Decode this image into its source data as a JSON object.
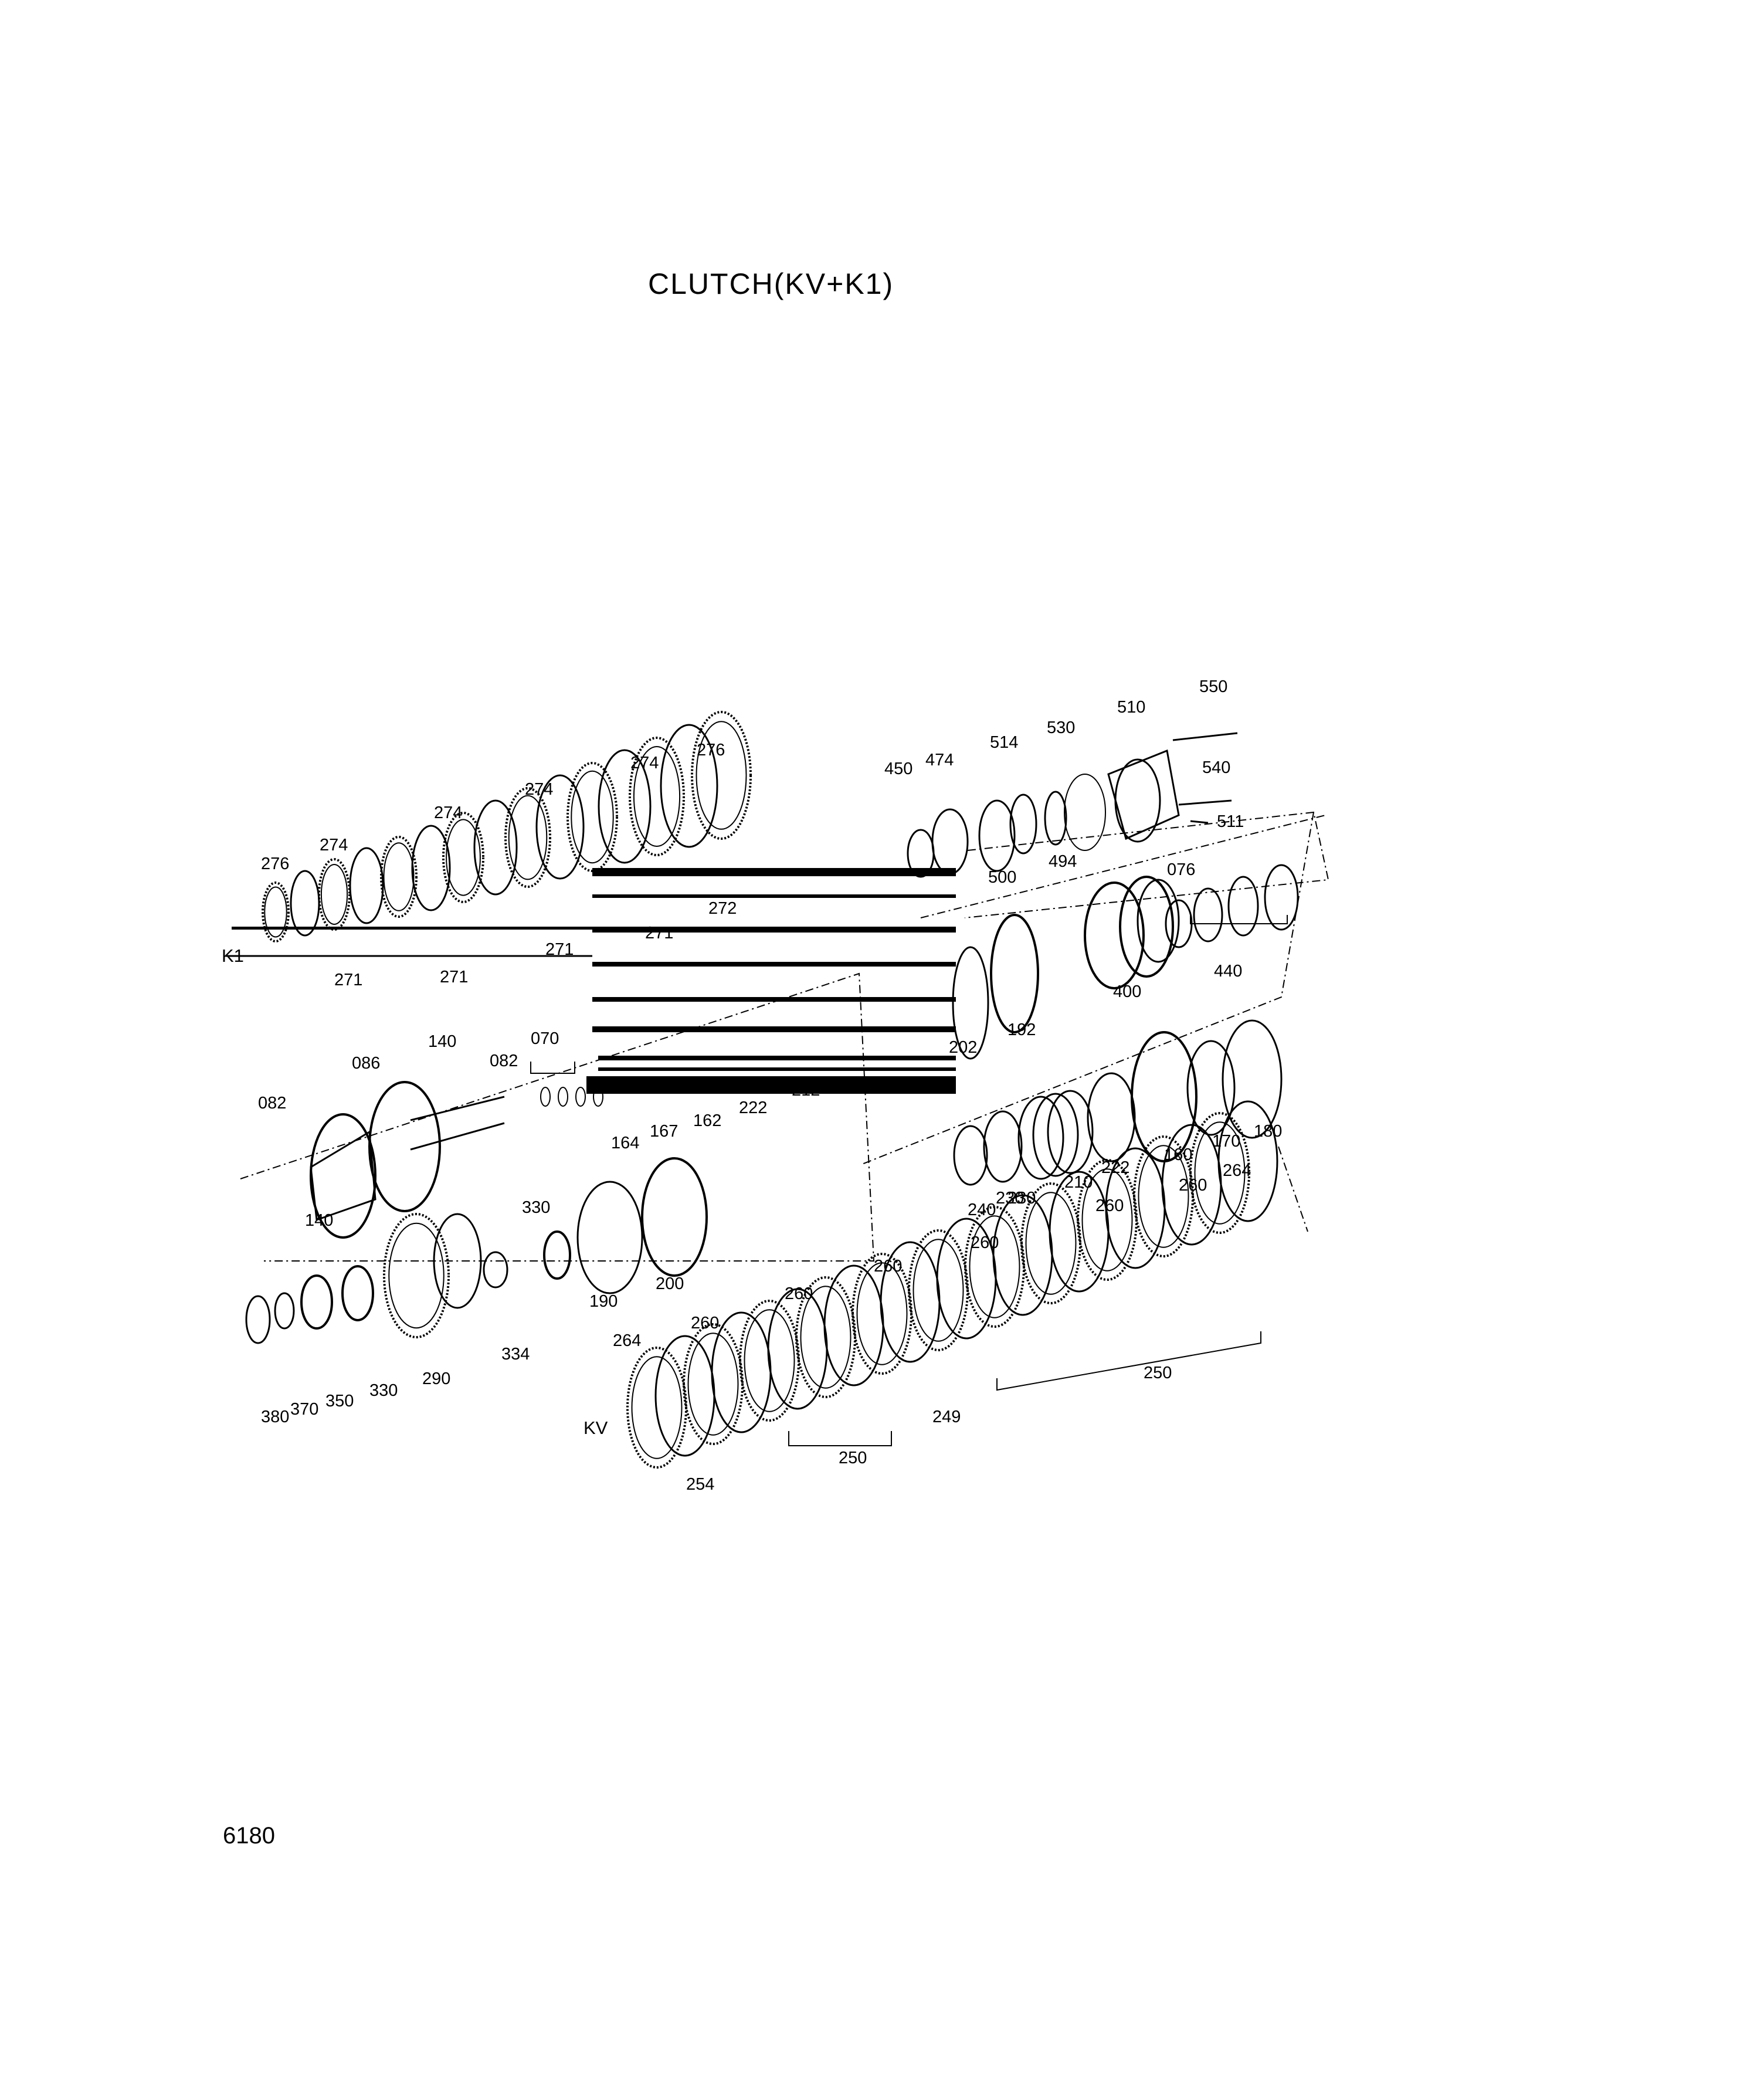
{
  "title": "CLUTCH(KV+K1)",
  "page_number": "6180",
  "group_labels": {
    "k1": "K1",
    "kv": "KV"
  },
  "part_numbers": [
    "550",
    "510",
    "530",
    "514",
    "474",
    "450",
    "540",
    "511",
    "500",
    "494",
    "276",
    "274",
    "272",
    "271",
    "076",
    "440",
    "400",
    "192",
    "202",
    "140",
    "082",
    "086",
    "070",
    "164",
    "167",
    "162",
    "222",
    "212",
    "210",
    "170",
    "160",
    "180",
    "240",
    "230",
    "330",
    "200",
    "190",
    "264",
    "260",
    "250",
    "249",
    "254",
    "290",
    "334",
    "350",
    "370",
    "380"
  ]
}
